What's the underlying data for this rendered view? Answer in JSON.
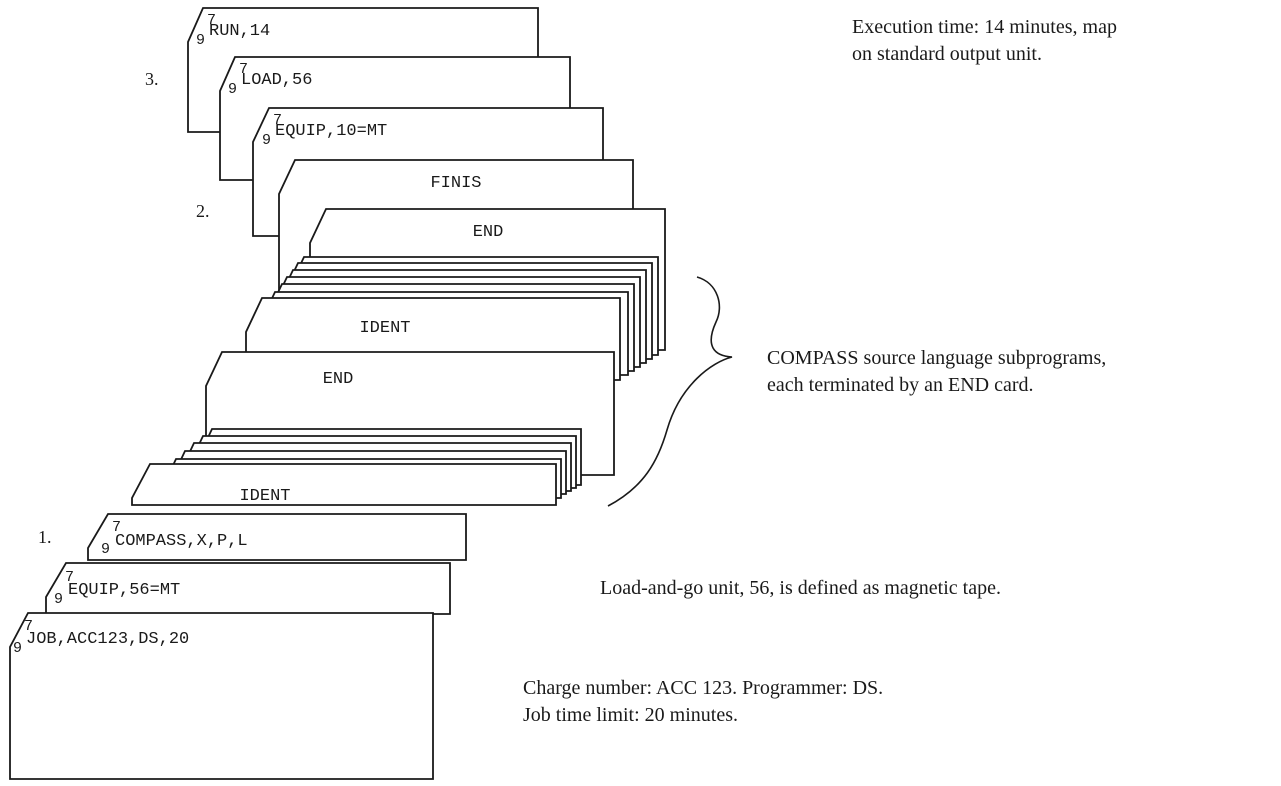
{
  "cards": {
    "run": {
      "row7": "7",
      "row9": "9",
      "text": "RUN,14"
    },
    "load": {
      "row7": "7",
      "row9": "9",
      "text": "LOAD,56"
    },
    "equip10": {
      "row7": "7",
      "row9": "9",
      "text": "EQUIP,10=MT"
    },
    "finis": {
      "text": "FINIS"
    },
    "end_top": {
      "text": "END"
    },
    "ident_top": {
      "text": "IDENT"
    },
    "end_mid": {
      "text": "END"
    },
    "ident_bottom": {
      "text": "IDENT"
    },
    "compass": {
      "row7": "7",
      "row9": "9",
      "text": "COMPASS,X,P,L"
    },
    "equip56": {
      "row7": "7",
      "row9": "9",
      "text": "EQUIP,56=MT"
    },
    "job": {
      "row7": "7",
      "row9": "9",
      "text": "JOB,ACC123,DS,20"
    }
  },
  "step_labels": {
    "one": "1.",
    "two": "2.",
    "three": "3."
  },
  "annotations": {
    "execution": [
      "Execution time: 14 minutes,  map",
      "on standard output unit."
    ],
    "compass": [
      "COMPASS source language subprograms,",
      "each terminated by an END card."
    ],
    "load_and_go": "Load-and-go unit,  56,  is defined as magnetic tape.",
    "charge": [
      "Charge number: ACC 123.   Programmer:  DS.",
      "Job time limit: 20 minutes."
    ]
  }
}
